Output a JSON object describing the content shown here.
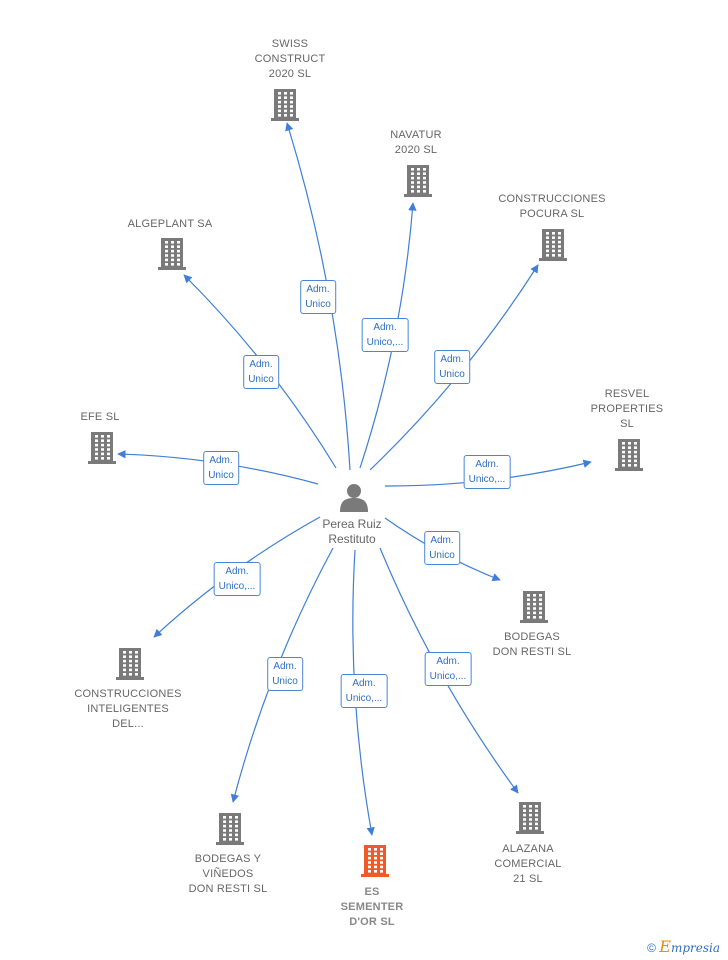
{
  "center": {
    "name": "Perea Ruiz\nRestituto"
  },
  "nodes": [
    {
      "id": "swiss",
      "label": "SWISS\nCONSTRUCT\n2020  SL",
      "highlight": false,
      "edge": "Adm.\nUnico"
    },
    {
      "id": "navatur",
      "label": "NAVATUR\n2020  SL",
      "highlight": false,
      "edge": "Adm.\nUnico,..."
    },
    {
      "id": "pocura",
      "label": "CONSTRUCCIONES\nPOCURA  SL",
      "highlight": false,
      "edge": "Adm.\nUnico"
    },
    {
      "id": "algeplant",
      "label": "ALGEPLANT SA",
      "highlight": false,
      "edge": "Adm.\nUnico"
    },
    {
      "id": "resvel",
      "label": "RESVEL\nPROPERTIES\nSL",
      "highlight": false,
      "edge": "Adm.\nUnico,..."
    },
    {
      "id": "efe",
      "label": "EFE SL",
      "highlight": false,
      "edge": "Adm.\nUnico"
    },
    {
      "id": "bodegas_dr",
      "label": "BODEGAS\nDON RESTI  SL",
      "highlight": false,
      "edge": "Adm.\nUnico"
    },
    {
      "id": "inteligentes",
      "label": "CONSTRUCCIONES\nINTELIGENTES\nDEL...",
      "highlight": false,
      "edge": "Adm.\nUnico,..."
    },
    {
      "id": "alazana",
      "label": "ALAZANA\nCOMERCIAL\n21 SL",
      "highlight": false,
      "edge": "Adm.\nUnico,..."
    },
    {
      "id": "vinedos",
      "label": "BODEGAS Y\nVIÑEDOS\nDON RESTI  SL",
      "highlight": false,
      "edge": "Adm.\nUnico"
    },
    {
      "id": "sementer",
      "label": "ES\nSEMENTER\nD'OR  SL",
      "highlight": true,
      "edge": "Adm.\nUnico,..."
    }
  ],
  "colors": {
    "edge": "#3f7fd6",
    "building": "#7a7a7a",
    "highlight": "#f05a28",
    "person": "#7a7a7a"
  },
  "footer": {
    "copyright": "©",
    "brand": "mpresia",
    "brand_initial": "E"
  }
}
